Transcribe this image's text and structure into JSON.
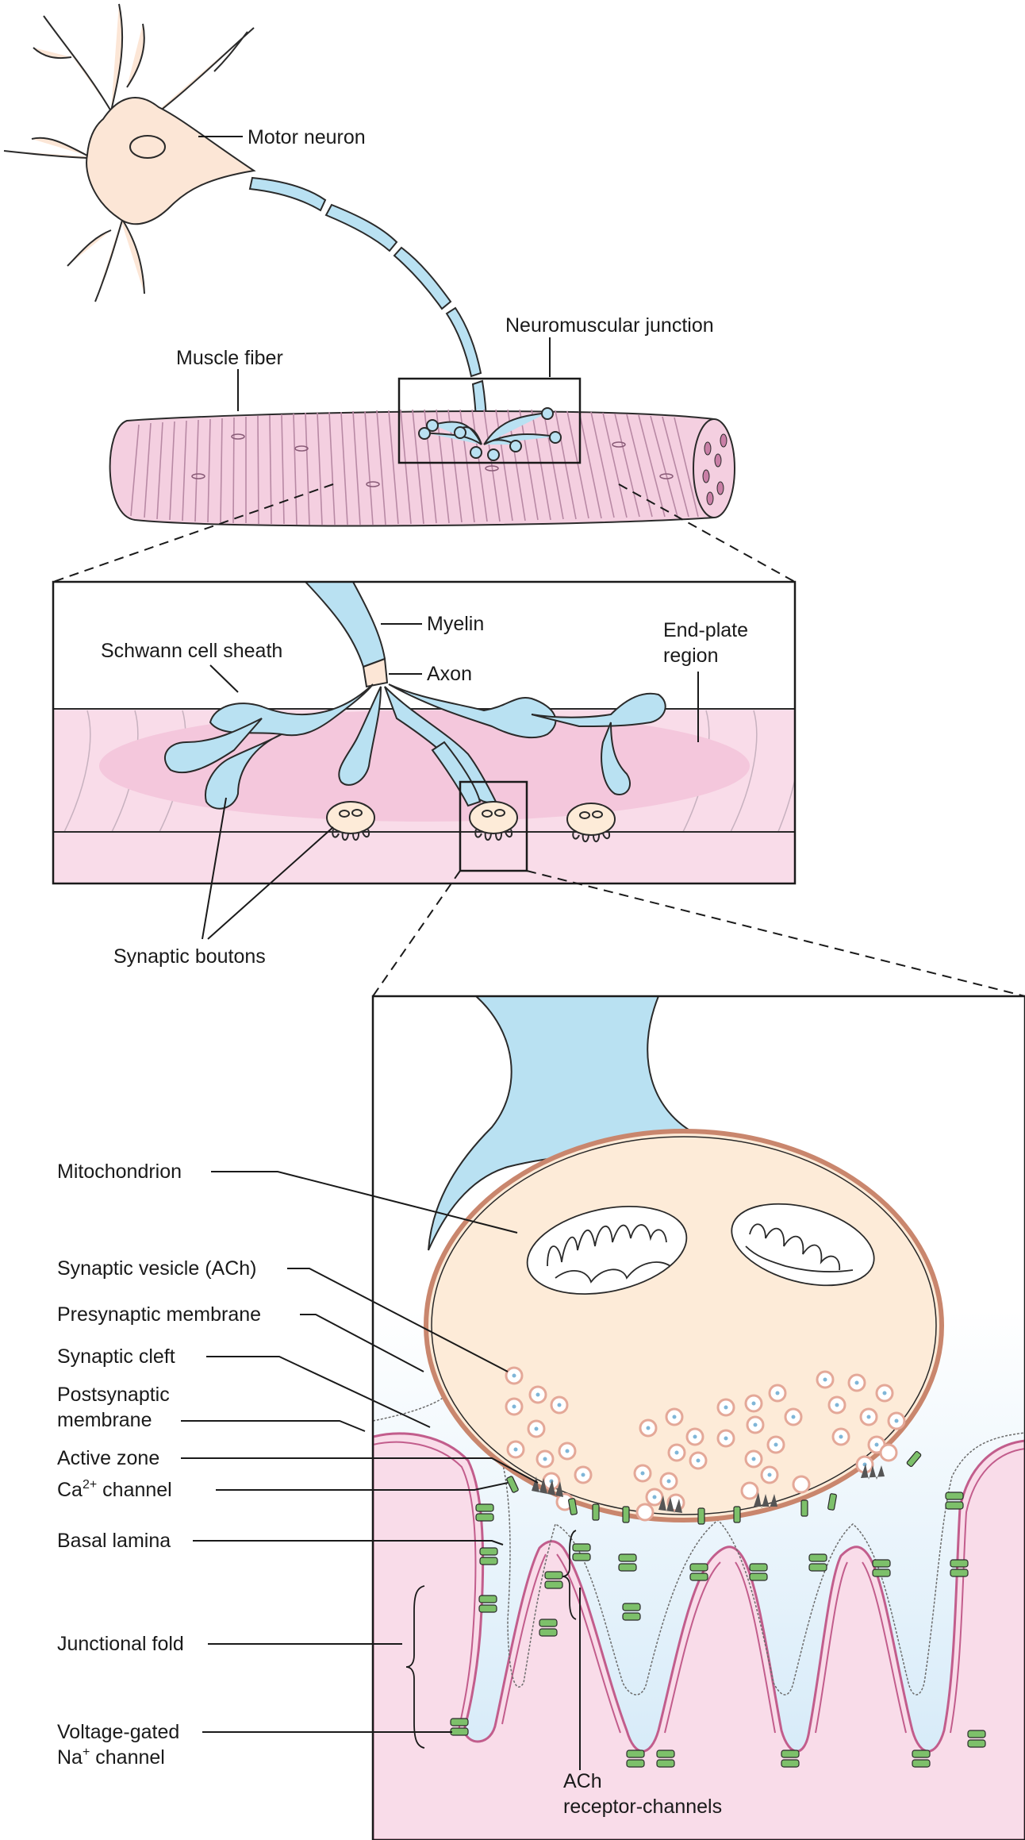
{
  "labels": {
    "motor_neuron": "Motor neuron",
    "neuromuscular_junction": "Neuromuscular junction",
    "muscle_fiber": "Muscle fiber",
    "myelin": "Myelin",
    "axon": "Axon",
    "schwann_cell_sheath": "Schwann cell sheath",
    "end_plate_line1": "End-plate",
    "end_plate_line2": "region",
    "synaptic_boutons": "Synaptic boutons",
    "mitochondrion": "Mitochondrion",
    "synaptic_vesicle": "Synaptic vesicle (ACh)",
    "presynaptic_membrane": "Presynaptic membrane",
    "synaptic_cleft": "Synaptic cleft",
    "postsynaptic_line1": "Postsynaptic",
    "postsynaptic_line2": "membrane",
    "active_zone": "Active zone",
    "ca_channel_prefix": "Ca",
    "ca_channel_sup": "2+",
    "ca_channel_suffix": " channel",
    "basal_lamina": "Basal lamina",
    "junctional_fold": "Junctional fold",
    "vg_na_line1": "Voltage-gated",
    "vg_na_prefix": "Na",
    "vg_na_sup": "+",
    "vg_na_suffix": " channel",
    "ach_line1": "ACh",
    "ach_line2": "receptor-channels"
  },
  "colors": {
    "neuron_body": "#fce6d6",
    "myelin": "#b9e1f2",
    "muscle": "#f4cfe0",
    "muscle_stripe": "#b889a4",
    "endplate_bg": "#f9dce9",
    "terminal": "#fdebd8",
    "terminal_border": "#c9866d",
    "cleft": "#dcedf9",
    "fold_membrane": "#c25d8c",
    "channel": "#7dc06a",
    "vesicle": "#f6c7b8"
  }
}
